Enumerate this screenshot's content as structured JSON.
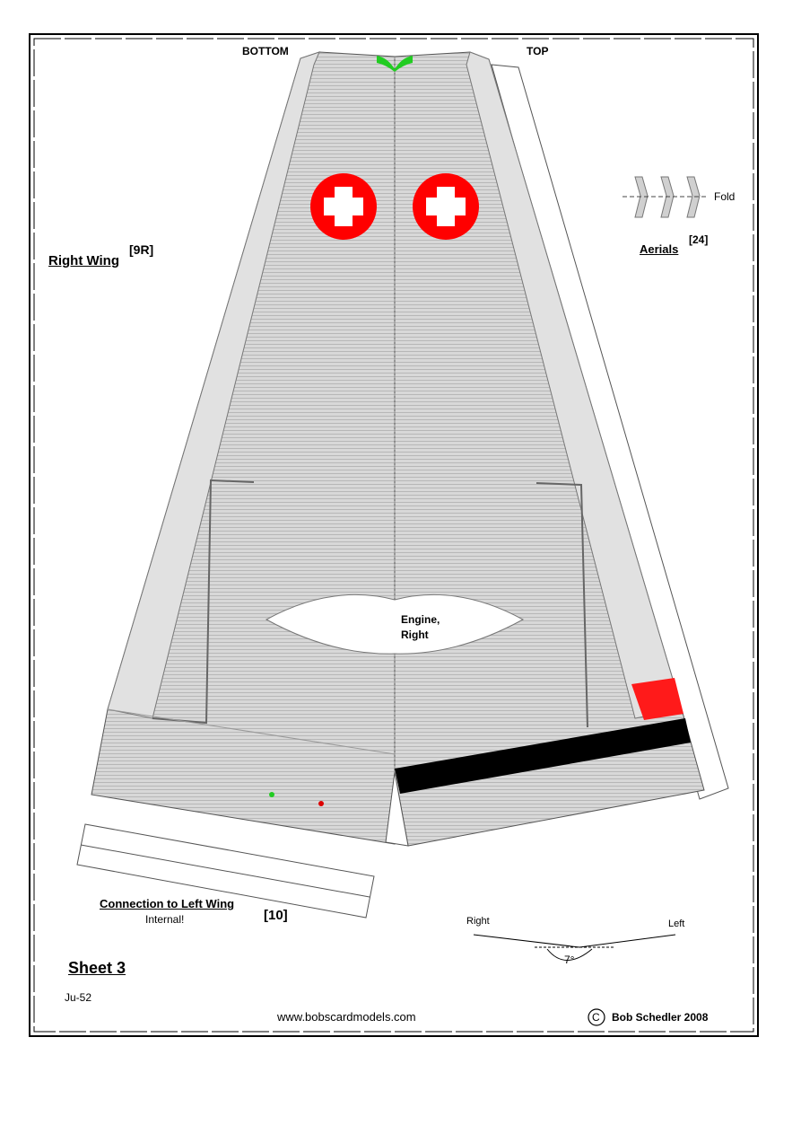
{
  "sheet": {
    "label_bottom": "BOTTOM",
    "label_top": "TOP",
    "right_wing_title": "Right Wing",
    "right_wing_part": "[9R]",
    "aerials_title": "Aerials",
    "aerials_part": "[24]",
    "fold_label": "Fold",
    "engine_label_line1": "Engine,",
    "engine_label_line2": "Right",
    "connection_title": "Connection to Left Wing",
    "connection_note": "Internal!",
    "connection_part": "[10]",
    "dihedral_right": "Right",
    "dihedral_left": "Left",
    "dihedral_angle": "7°",
    "sheet_number": "Sheet 3",
    "model_name": "Ju-52",
    "website": "www.bobscardmodels.com",
    "copyright_symbol": "C",
    "copyright": "Bob Schedler 2008"
  },
  "colors": {
    "wing_fill": "#d3d3d3",
    "roundel_red": "#ff0000",
    "roundel_cross": "#ffffff",
    "tip_green": "#22cc22",
    "walkway_black": "#000000",
    "warning_red": "#ff1a1a"
  }
}
